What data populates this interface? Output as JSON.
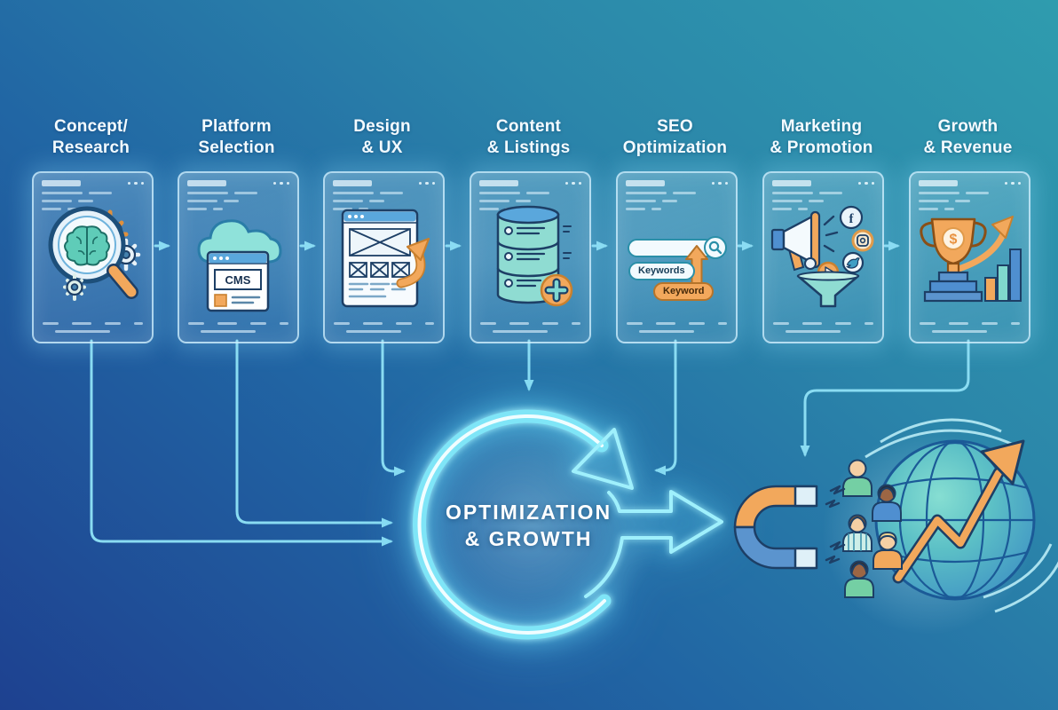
{
  "diagram": {
    "center_badge": {
      "line1": "OPTIMIZATION",
      "line2": "& GROWTH"
    },
    "steps": [
      {
        "title_line1": "Concept/",
        "title_line2": "Research",
        "icon": "magnifier-brain-gears-icon"
      },
      {
        "title_line1": "Platform",
        "title_line2": "Selection",
        "icon": "cloud-cms-browser-icon",
        "cms_label": "CMS"
      },
      {
        "title_line1": "Design",
        "title_line2": "& UX",
        "icon": "wireframe-browser-arrow-icon"
      },
      {
        "title_line1": "Content",
        "title_line2": "& Listings",
        "icon": "database-add-icon"
      },
      {
        "title_line1": "SEO",
        "title_line2": "Optimization",
        "icon": "search-bar-keywords-icon",
        "pill_top": "Keywords",
        "pill_bottom": "Keyword"
      },
      {
        "title_line1": "Marketing",
        "title_line2": "& Promotion",
        "icon": "megaphone-social-funnel-icon",
        "facebook_letter": "f"
      },
      {
        "title_line1": "Growth",
        "title_line2": "& Revenue",
        "icon": "trophy-bar-chart-icon",
        "dollar_sign": "$"
      }
    ],
    "illustrations": {
      "center": "circular-loop-arrow",
      "right": "magnet-attracting-audience-and-globe-growth-arrow"
    },
    "colors": {
      "bg_dark": "#1e4190",
      "bg_mid": "#2470a6",
      "bg_teal": "#2f9cae",
      "neon_cyan": "#9ff0fc",
      "connector_cyan": "#8adcf2",
      "accent_orange": "#f2a85c",
      "accent_teal": "#7fd8cd",
      "accent_blue": "#4f8fd0"
    }
  }
}
